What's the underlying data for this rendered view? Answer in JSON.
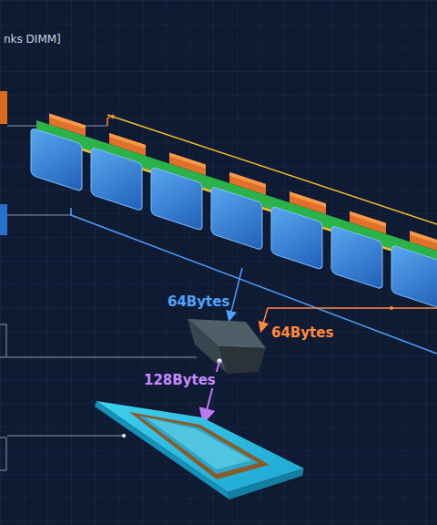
{
  "diagram": {
    "labels": [
      "nks DIMM]",
      "64Bytes",
      "64Bytes",
      "128Bytes"
    ]
  }
}
